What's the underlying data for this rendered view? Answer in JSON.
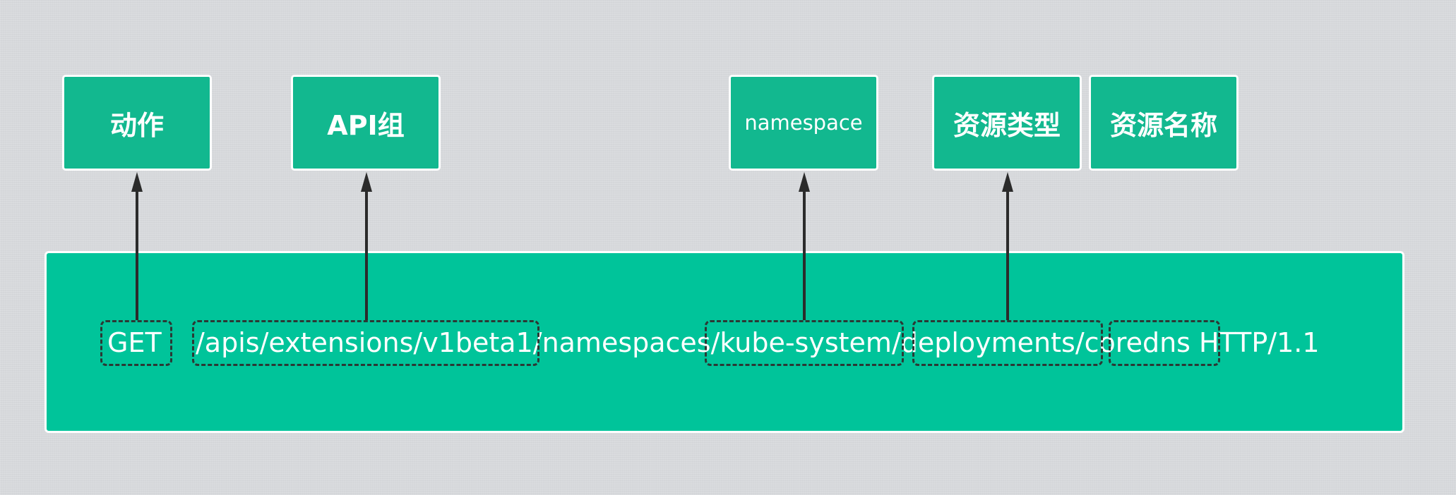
{
  "labels": {
    "action": "动作",
    "api_group": "API组",
    "namespace": "namespace",
    "resource_type": "资源类型",
    "resource_name": "资源名称"
  },
  "request": {
    "method": "GET",
    "api_path": "/apis/extensions/v1beta1/",
    "namespaces_keyword": "namespaces",
    "namespace_value": "/kube-system",
    "resource_type_value": "/deployments/",
    "resource_name_value": "coredns",
    "protocol": "HTTP/1.1"
  },
  "colors": {
    "background": "#d9dbde",
    "label_box": "#12b88f",
    "panel": "#00c49a",
    "border": "#ffffff",
    "dashed_outline": "#2c3834",
    "arrow": "#2b2b2b",
    "text": "#ffffff"
  }
}
